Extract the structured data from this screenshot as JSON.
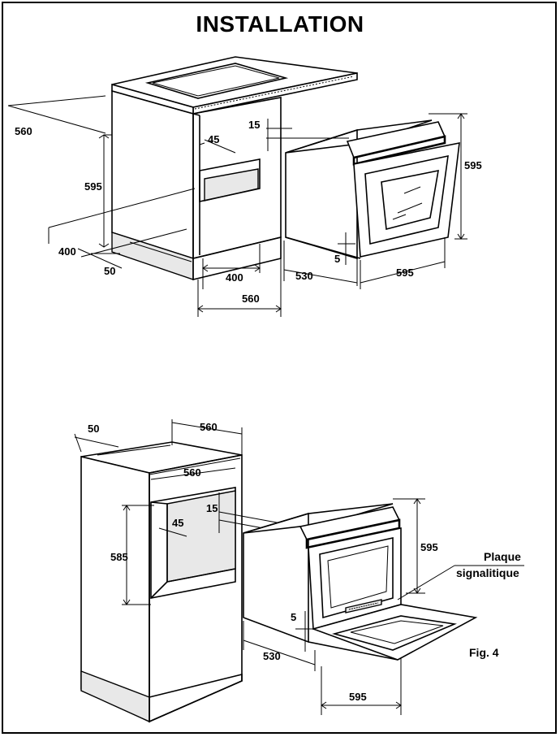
{
  "title": "INSTALLATION",
  "figure_label": "Fig. 4",
  "top_diagram": {
    "dims": {
      "counter_depth": "560",
      "niche_height": "595",
      "side_gap": "45",
      "base_depth": "400",
      "base_offset": "50",
      "floor_width": "400",
      "cabinet_width": "560",
      "top_gap": "15",
      "oven_height": "595",
      "bottom_gap": "5",
      "oven_depth": "530",
      "oven_width": "595"
    }
  },
  "bottom_diagram": {
    "dims": {
      "back_offset": "50",
      "column_depth": "560",
      "inner_width": "560",
      "top_gap": "15",
      "side_gap": "45",
      "niche_height": "585",
      "oven_height": "595",
      "bottom_gap": "5",
      "oven_depth": "530",
      "oven_width": "595"
    },
    "label_line1": "Plaque",
    "label_line2": "signalitique"
  }
}
